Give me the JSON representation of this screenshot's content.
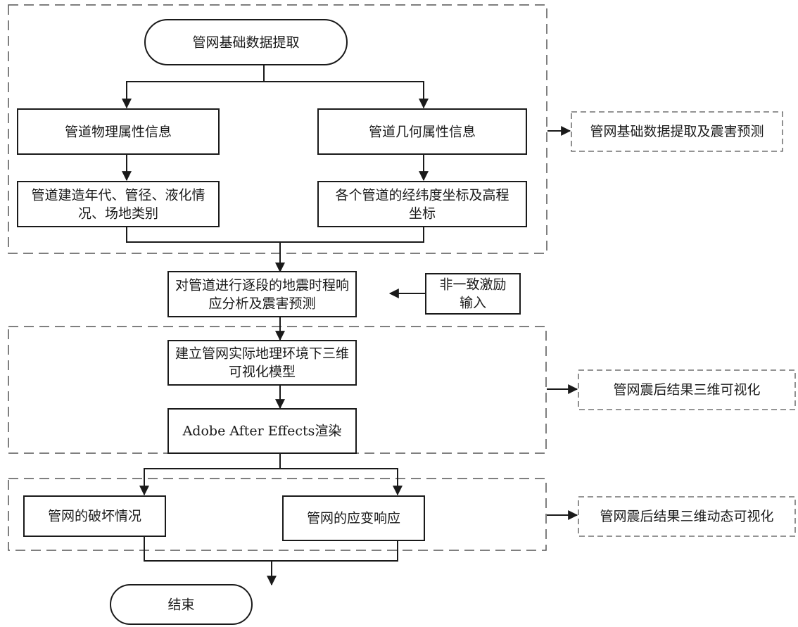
{
  "diagram": {
    "type": "flowchart",
    "nodes": {
      "start": {
        "text": [
          "管网基础数据提取"
        ],
        "shape": "terminal"
      },
      "physical": {
        "text": [
          "管道物理属性信息"
        ],
        "shape": "process"
      },
      "geometric": {
        "text": [
          "管道几何属性信息"
        ],
        "shape": "process"
      },
      "physical_detail": {
        "text": [
          "管道建造年代、管径、液化情",
          "况、场地类别"
        ],
        "shape": "process"
      },
      "geometric_detail": {
        "text": [
          "各个管道的经纬度坐标及高程",
          "坐标"
        ],
        "shape": "process"
      },
      "analysis": {
        "text": [
          "对管道进行逐段的地震时程响",
          "应分析及震害预测"
        ],
        "shape": "process"
      },
      "excitation": {
        "text": [
          "非一致激励",
          "输入"
        ],
        "shape": "process"
      },
      "model": {
        "text": [
          "建立管网实际地理环境下三维",
          "可视化模型"
        ],
        "shape": "process"
      },
      "render": {
        "text": [
          "Adobe After Effects渲染"
        ],
        "shape": "process"
      },
      "damage": {
        "text": [
          "管网的破坏情况"
        ],
        "shape": "process"
      },
      "strain": {
        "text": [
          "管网的应变响应"
        ],
        "shape": "process"
      },
      "end": {
        "text": [
          "结束"
        ],
        "shape": "terminal"
      }
    },
    "group_labels": {
      "group1": "管网基础数据提取及震害预测",
      "group2": "管网震后结果三维可视化",
      "group3": "管网震后结果三维动态可视化"
    },
    "edges": [
      [
        "start",
        "physical"
      ],
      [
        "start",
        "geometric"
      ],
      [
        "physical",
        "physical_detail"
      ],
      [
        "geometric",
        "geometric_detail"
      ],
      [
        "physical_detail",
        "analysis"
      ],
      [
        "geometric_detail",
        "analysis"
      ],
      [
        "excitation",
        "analysis"
      ],
      [
        "analysis",
        "model"
      ],
      [
        "model",
        "render"
      ],
      [
        "render",
        "damage"
      ],
      [
        "render",
        "strain"
      ],
      [
        "damage",
        "end"
      ],
      [
        "strain",
        "end"
      ],
      [
        "group1",
        "group1_label"
      ],
      [
        "group2",
        "group2_label"
      ],
      [
        "group3",
        "group3_label"
      ]
    ]
  }
}
